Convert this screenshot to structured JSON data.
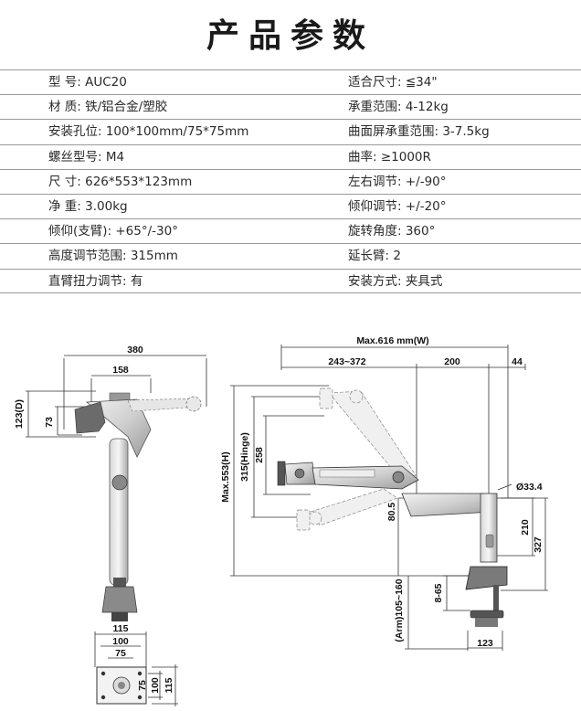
{
  "title": "产品参数",
  "specs": [
    {
      "left": "型  号: AUC20",
      "right": "适合尺寸: ≦34\""
    },
    {
      "left": "材  质: 铁/铝合金/塑胶",
      "right": "承重范围: 4-12kg"
    },
    {
      "left": "安装孔位: 100*100mm/75*75mm",
      "right": "曲面屏承重范围: 3-7.5kg"
    },
    {
      "left": "螺丝型号: M4",
      "right": "曲率: ≥1000R"
    },
    {
      "left": "尺  寸: 626*553*123mm",
      "right": "左右调节: +/-90°"
    },
    {
      "left": "净  重: 3.00kg",
      "right": "倾仰调节: +/-20°"
    },
    {
      "left": "倾仰(支臂): +65°/-30°",
      "right": "旋转角度: 360°"
    },
    {
      "left": "高度调节范围: 315mm",
      "right": "延长臂: 2"
    },
    {
      "left": "直臂扭力调节: 有",
      "right": "安装方式: 夹具式"
    }
  ],
  "dimensions": {
    "d380": "380",
    "d158": "158",
    "d123D": "123(D)",
    "d73": "73",
    "d115top": "115",
    "d100top": "100",
    "d75top": "75",
    "d75side": "75",
    "d100side": "100",
    "d115side": "115",
    "dMaxW": "Max.616 mm(W)",
    "d243": "243~372",
    "d200": "200",
    "d44": "44",
    "dMaxH": "Max.553(H)",
    "dHinge": "315(Hinge)",
    "d258": "258",
    "d33": "Ø33.4",
    "d80": "80.5",
    "d210": "210",
    "d327": "327",
    "d865": "8-65",
    "dArm": "(Arm)105~160",
    "d123": "123"
  }
}
